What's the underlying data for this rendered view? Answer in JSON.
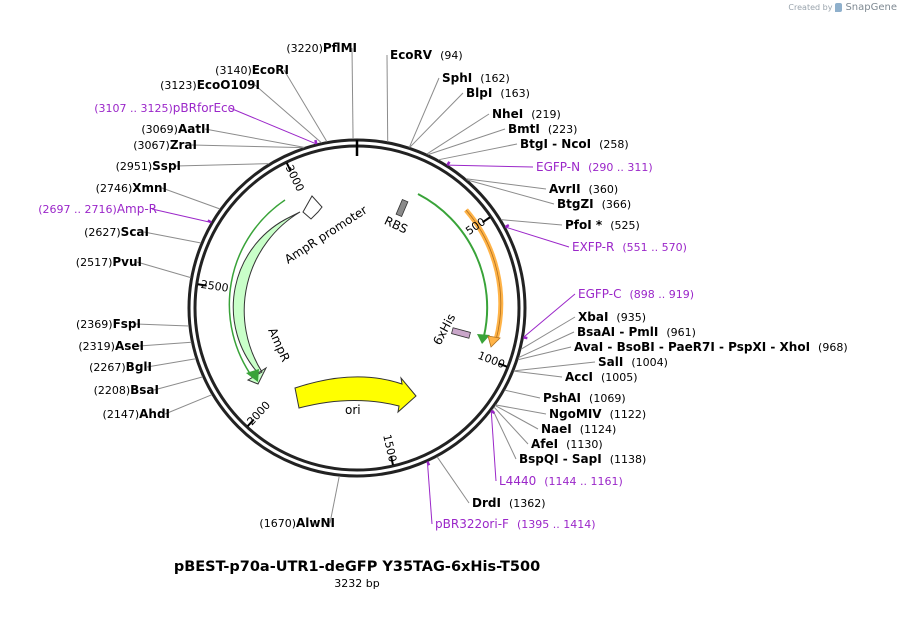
{
  "credit": {
    "prefix": "Created by",
    "brand": "SnapGene"
  },
  "plasmid": {
    "name": "pBEST-p70a-UTR1-deGFP Y35TAG-6xHis-T500",
    "size_label": "3232 bp",
    "length": 3232,
    "tick_labels": [
      "500",
      "1000",
      "1500",
      "2000",
      "2500",
      "3000"
    ]
  },
  "colors": {
    "site": "#000000",
    "primer": "#9b27c9",
    "amp": "#c9ffc9",
    "ori": "#ffff00",
    "rbs": "#8a8a8a",
    "his": "#c9a6c9",
    "orange": "#ffb347",
    "green_outline": "#39a339"
  },
  "features": {
    "rbs": "RBS",
    "his": "6xHis",
    "amp_promoter": "AmpR promoter",
    "ampr": "AmpR",
    "ori": "ori"
  },
  "right_labels": [
    {
      "name": "EcoRV",
      "pos": "(94)"
    },
    {
      "name": "SphI",
      "pos": "(162)"
    },
    {
      "name": "BlpI",
      "pos": "(163)"
    },
    {
      "name": "NheI",
      "pos": "(219)"
    },
    {
      "name": "BmtI",
      "pos": "(223)"
    },
    {
      "name": "BtgI - NcoI",
      "pos": "(258)"
    },
    {
      "name": "EGFP-N",
      "pos": "(290 .. 311)",
      "primer": true
    },
    {
      "name": "AvrII",
      "pos": "(360)"
    },
    {
      "name": "BtgZI",
      "pos": "(366)"
    },
    {
      "name": "PfoI *",
      "pos": "(525)"
    },
    {
      "name": "EXFP-R",
      "pos": "(551 .. 570)",
      "primer": true
    },
    {
      "name": "EGFP-C",
      "pos": "(898 .. 919)",
      "primer": true
    },
    {
      "name": "XbaI",
      "pos": "(935)"
    },
    {
      "name": "BsaAI - PmlI",
      "pos": "(961)"
    },
    {
      "name": "AvaI - BsoBI - PaeR7I - PspXI - XhoI",
      "pos": "(968)"
    },
    {
      "name": "SalI",
      "pos": "(1004)"
    },
    {
      "name": "AccI",
      "pos": "(1005)"
    },
    {
      "name": "PshAI",
      "pos": "(1069)"
    },
    {
      "name": "NgoMIV",
      "pos": "(1122)"
    },
    {
      "name": "NaeI",
      "pos": "(1124)"
    },
    {
      "name": "AfeI",
      "pos": "(1130)"
    },
    {
      "name": "BspQI - SapI",
      "pos": "(1138)"
    },
    {
      "name": "L4440",
      "pos": "(1144 .. 1161)",
      "primer": true
    },
    {
      "name": "DrdI",
      "pos": "(1362)"
    },
    {
      "name": "pBR322ori-F",
      "pos": "(1395 .. 1414)",
      "primer": true
    }
  ],
  "left_labels": [
    {
      "name": "PflMI",
      "pos": "(3220)"
    },
    {
      "name": "EcoRI",
      "pos": "(3140)"
    },
    {
      "name": "EcoO109I",
      "pos": "(3123)"
    },
    {
      "name": "pBRforEco",
      "pos": "(3107 .. 3125)",
      "primer": true
    },
    {
      "name": "AatII",
      "pos": "(3069)"
    },
    {
      "name": "ZraI",
      "pos": "(3067)"
    },
    {
      "name": "SspI",
      "pos": "(2951)"
    },
    {
      "name": "XmnI",
      "pos": "(2746)"
    },
    {
      "name": "Amp-R",
      "pos": "(2697 .. 2716)",
      "primer": true
    },
    {
      "name": "ScaI",
      "pos": "(2627)"
    },
    {
      "name": "PvuI",
      "pos": "(2517)"
    },
    {
      "name": "FspI",
      "pos": "(2369)"
    },
    {
      "name": "AseI",
      "pos": "(2319)"
    },
    {
      "name": "BglI",
      "pos": "(2267)"
    },
    {
      "name": "BsaI",
      "pos": "(2208)"
    },
    {
      "name": "AhdI",
      "pos": "(2147)"
    },
    {
      "name": "AlwNI",
      "pos": "(1670)"
    }
  ]
}
